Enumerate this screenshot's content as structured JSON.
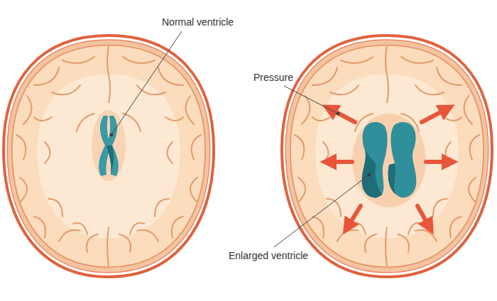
{
  "diagram": {
    "labels": [
      "Normal ventricle",
      "Pressure",
      "Enlarged ventricle"
    ]
  }
}
